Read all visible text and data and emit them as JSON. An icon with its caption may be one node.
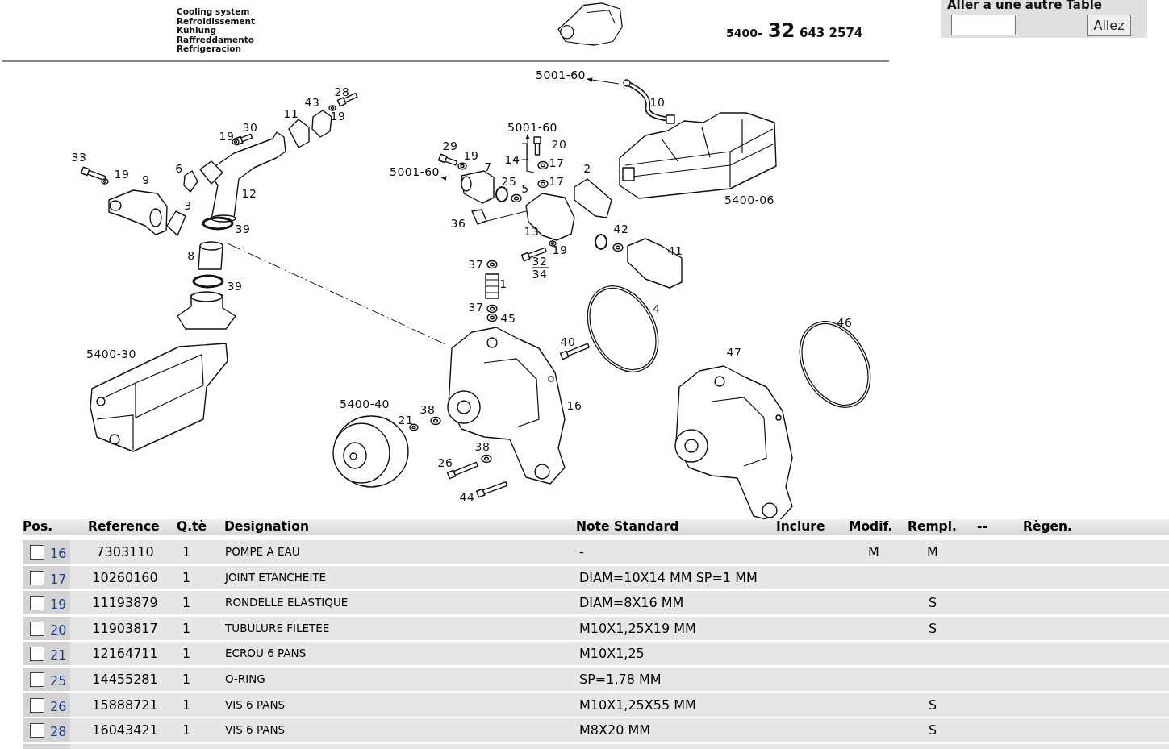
{
  "diagram": {
    "nodes": [
      {
        "text": [
          "5001-60"
        ]
      },
      {
        "text": [
          "5001-60"
        ]
      },
      {
        "text": [
          "14"
        ]
      },
      {
        "text": [
          "5001-60"
        ]
      }
    ],
    "edges": [
      {
        "from": null,
        "to": 0,
        "arrow": "to"
      },
      {
        "from": 2,
        "to": 1,
        "arrow": "to"
      },
      {
        "from": null,
        "to": 3,
        "arrow": "to"
      }
    ],
    "labels": [
      "Cooling system",
      "Refroidissement",
      "Kühlung",
      "Raffreddamento",
      "Refrigeracion",
      "5400-",
      "32",
      "643 2574",
      "Aller a une autre Table",
      "Allez",
      "10",
      "28",
      "43",
      "11",
      "19",
      "30",
      "19",
      "33",
      "19",
      "9",
      "6",
      "12",
      "3",
      "39",
      "8",
      "39",
      "5400-30",
      "29",
      "19",
      "7",
      "20",
      "17",
      "17",
      "2",
      "25",
      "5",
      "36",
      "13",
      "19",
      "32",
      "34",
      "42",
      "41",
      "5400-06",
      "37",
      "1",
      "37",
      "45",
      "4",
      "40",
      "46",
      "47",
      "5400-40",
      "38",
      "16",
      "21",
      "38",
      "26",
      "44",
      "Pos.",
      "Reference",
      "Q.tè",
      "Designation",
      "Note Standard",
      "Inclure",
      "Modif.",
      "Rempl.",
      "--",
      "Règen.",
      "16",
      "7303110",
      "1",
      "POMPE A EAU",
      "-",
      "M",
      "M",
      "17",
      "10260160",
      "1",
      "JOINT ETANCHEITE",
      "DIAM=10X14 MM SP=1 MM",
      "19",
      "11193879",
      "1",
      "RONDELLE ELASTIQUE",
      "DIAM=8X16 MM",
      "S",
      "20",
      "11903817",
      "1",
      "TUBULURE FILETEE",
      "M10X1,25X19 MM",
      "S",
      "21",
      "12164711",
      "1",
      "ECROU 6 PANS",
      "M10X1,25",
      "25",
      "14455281",
      "1",
      "O-RING",
      "SP=1,78 MM",
      "26",
      "15888721",
      "1",
      "VIS 6 PANS",
      "M10X1,25X55 MM",
      "S",
      "28",
      "16043421",
      "1",
      "VIS 6 PANS",
      "M8X20 MM",
      "S"
    ]
  }
}
